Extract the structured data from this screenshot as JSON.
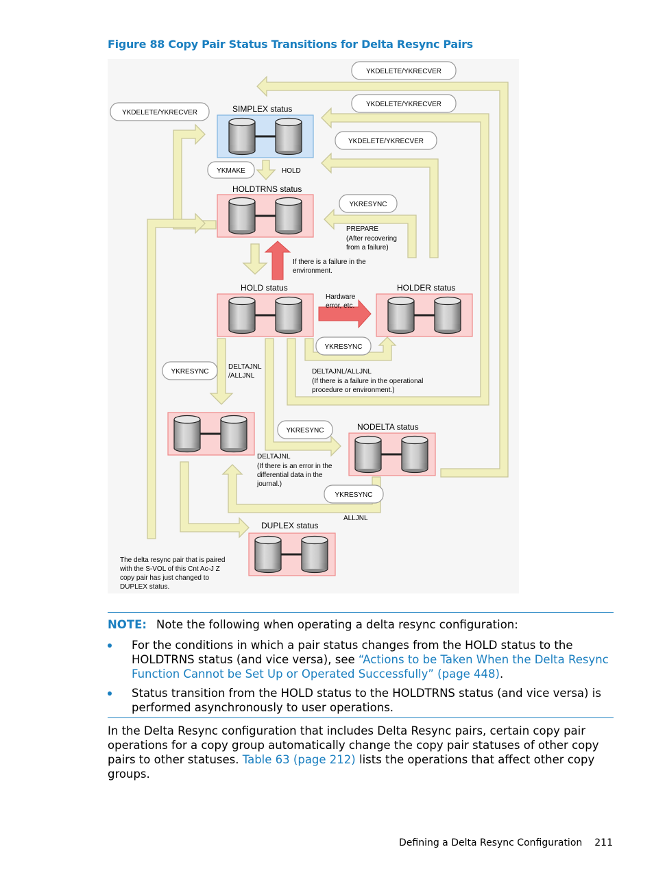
{
  "figure": {
    "title": "Figure 88 Copy Pair Status Transitions for Delta Resync Pairs",
    "states": {
      "simplex": "SIMPLEX status",
      "holdtrns": "HOLDTRNS status",
      "hold": "HOLD status",
      "holder": "HOLDER status",
      "nodelta": "NODELTA status",
      "duplex": "DUPLEX status"
    },
    "commands": {
      "ykdelete_top": "YKDELETE/YKRECVER",
      "ykdelete_left": "YKDELETE/YKRECVER",
      "ykdelete_mid": "YKDELETE/YKRECVER",
      "ykdelete_third": "YKDELETE/YKRECVER",
      "ykmake": "YKMAKE",
      "ykresync_holder": "YKRESYNC",
      "ykresync_hold": "YKRESYNC",
      "ykresync_left": "YKRESYNC",
      "ykresync_nodelta": "YKRESYNC",
      "ykresync_duplex": "YKRESYNC"
    },
    "labels": {
      "hold": "HOLD",
      "prepare": "PREPARE",
      "prepare_note1": "(After recovering",
      "prepare_note2": "from a failure)",
      "failure_env1": "If there is a failure in the",
      "failure_env2": "environment.",
      "hw_error1": "Hardware",
      "hw_error2": "error, etc.",
      "deltajnl_alljnl_left1": "DELTAJNL",
      "deltajnl_alljnl_left2": "/ALLJNL",
      "deltajnl_alljnl": "DELTAJNL/ALLJNL",
      "op_failure1": "(If there is a failure in the operational",
      "op_failure2": "procedure or environment.)",
      "deltajnl": "DELTAJNL",
      "diff_error1": "(If there is an error in the",
      "diff_error2": "differential data in the",
      "diff_error3": "journal.)",
      "alljnl": "ALLJNL",
      "footnote1": "The delta resync pair that is paired",
      "footnote2": "with the S-VOL of this Cnt Ac-J Z",
      "footnote3": "copy pair has just changed to",
      "footnote4": "DUPLEX status."
    }
  },
  "note": {
    "label": "NOTE:",
    "intro": "Note the following when operating a delta resync configuration:",
    "bullet1_text": "For the conditions in which a pair status changes from the HOLD status to the HOLDTRNS status (and vice versa), see ",
    "bullet1_link": "“Actions to be Taken When the Delta Resync Function Cannot be Set Up or Operated Successfully” (page 448)",
    "bullet1_end": ".",
    "bullet2_text": "Status transition from the HOLD status to the HOLDTRNS status (and vice versa) is performed asynchronously to user operations."
  },
  "paragraph": {
    "text": "In the Delta Resync configuration that includes Delta Resync pairs, certain copy pair operations for a copy group automatically change the copy pair statuses of other copy pairs to other statuses. ",
    "link": "Table 63 (page 212)",
    "text_end": " lists the operations that affect other copy groups."
  },
  "footer": {
    "section": "Defining a Delta Resync Configuration",
    "page": "211"
  },
  "colors": {
    "accent": "#1a7fc0",
    "arrow_fill": "#f1f0bd",
    "arrow_stroke": "#c9c79a",
    "red_arrow": "#ee6a6a",
    "blue_box": "#cfe3f7",
    "pink_box": "#fbd3d3"
  }
}
